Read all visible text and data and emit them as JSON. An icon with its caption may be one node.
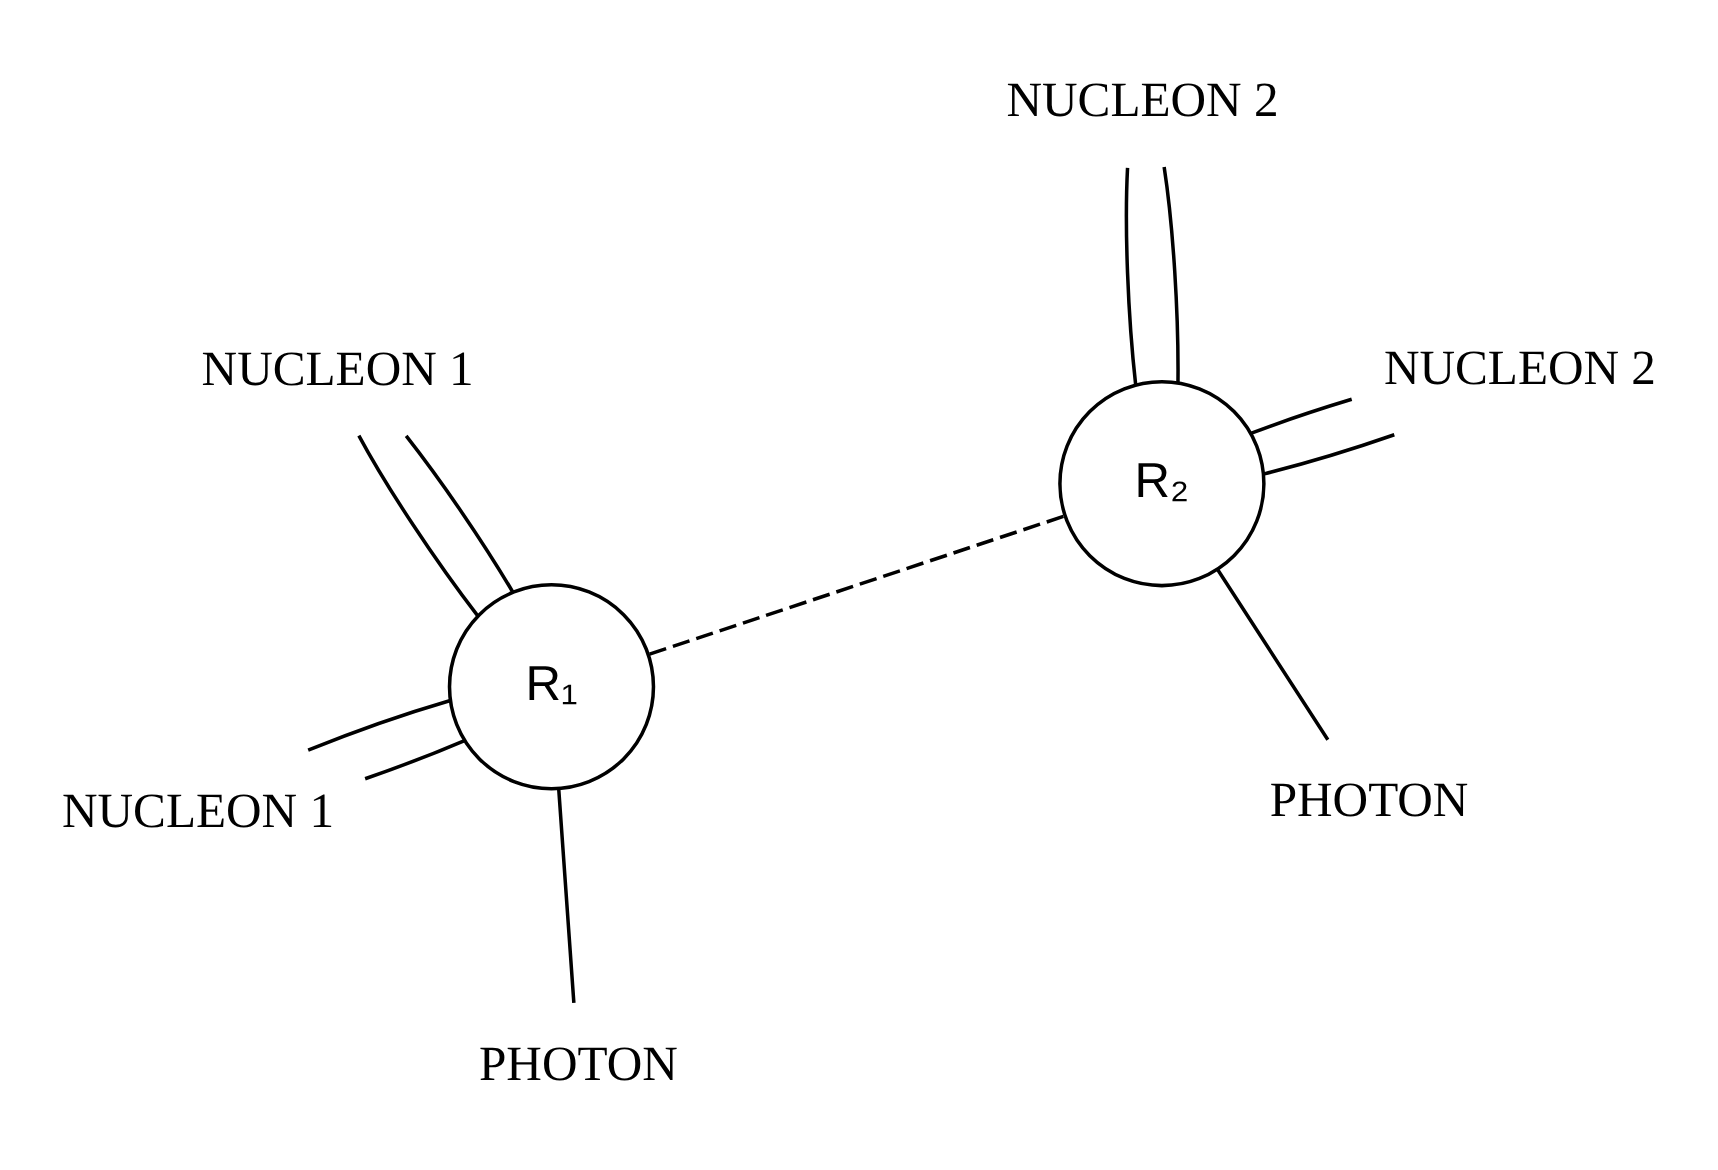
{
  "diagram": {
    "nodes": [
      {
        "text": [
          "NUCLEON 1"
        ]
      },
      {
        "text": [
          "NUCLEON 2"
        ]
      },
      {
        "text": [
          "PHOTON"
        ]
      },
      {
        "text": [
          "R₁"
        ]
      },
      {
        "text": [
          "R₂"
        ]
      },
      {
        "text": [
          "NUCLEON 2"
        ]
      },
      {
        "text": [
          "NUCLEON 1"
        ]
      },
      {
        "text": [
          "PHOTON"
        ]
      }
    ],
    "edges": [
      {
        "from": 3,
        "to": 0,
        "arrow": "none"
      },
      {
        "from": 3,
        "to": 0,
        "arrow": "none"
      },
      {
        "from": 3,
        "to": 4,
        "arrow": "none",
        "style": "dashed"
      },
      {
        "from": 4,
        "to": 1,
        "arrow": "none"
      },
      {
        "from": 4,
        "to": 1,
        "arrow": "none"
      },
      {
        "from": 4,
        "to": 2,
        "arrow": "none"
      },
      {
        "from": 4,
        "to": 5,
        "arrow": "none"
      },
      {
        "from": 4,
        "to": 5,
        "arrow": "none"
      },
      {
        "from": 3,
        "to": 6,
        "arrow": "none"
      },
      {
        "from": 3,
        "to": 6,
        "arrow": "none"
      },
      {
        "from": 3,
        "to": 7,
        "arrow": "none"
      }
    ]
  }
}
